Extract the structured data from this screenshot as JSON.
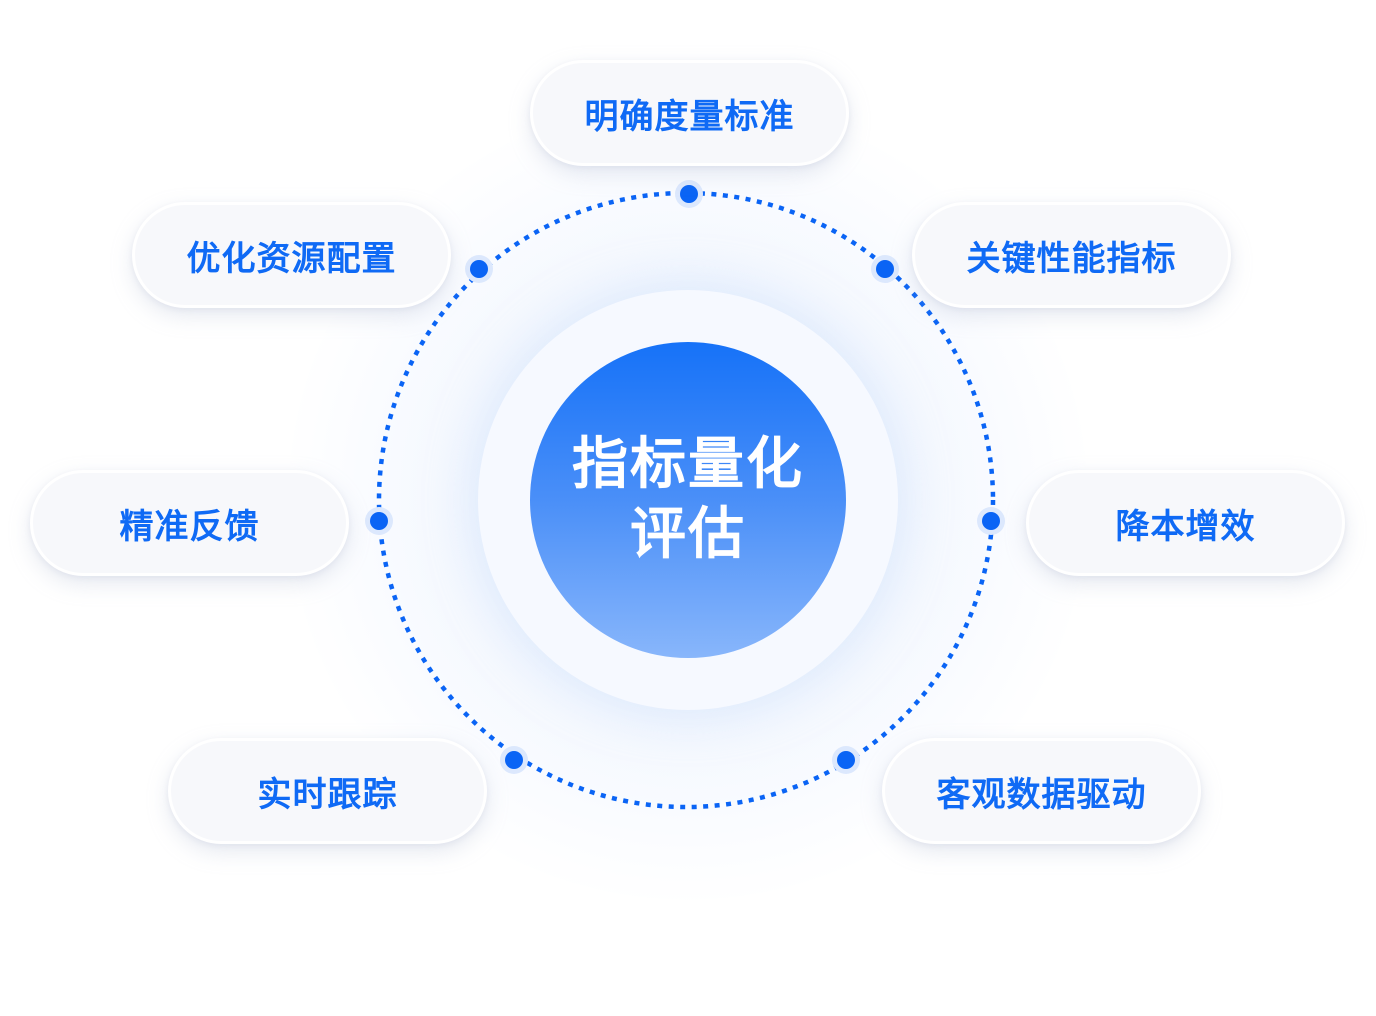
{
  "diagram": {
    "center": {
      "line1": "指标量化",
      "line2": "评估"
    },
    "nodes": [
      {
        "id": "top",
        "label": "明确度量标准"
      },
      {
        "id": "top-left",
        "label": "优化资源配置"
      },
      {
        "id": "top-right",
        "label": "关键性能指标"
      },
      {
        "id": "mid-left",
        "label": "精准反馈"
      },
      {
        "id": "mid-right",
        "label": "降本增效"
      },
      {
        "id": "bottom-left",
        "label": "实时跟踪"
      },
      {
        "id": "bottom-right",
        "label": "客观数据驱动"
      }
    ],
    "colors": {
      "accent": "#0f6af5",
      "dot": "#0a64f5",
      "dot_halo": "#dce8fd",
      "core_gradient_top": "#1672f8",
      "core_gradient_bottom": "#88b6fb",
      "pill_fill": "#f7f8fb"
    }
  }
}
